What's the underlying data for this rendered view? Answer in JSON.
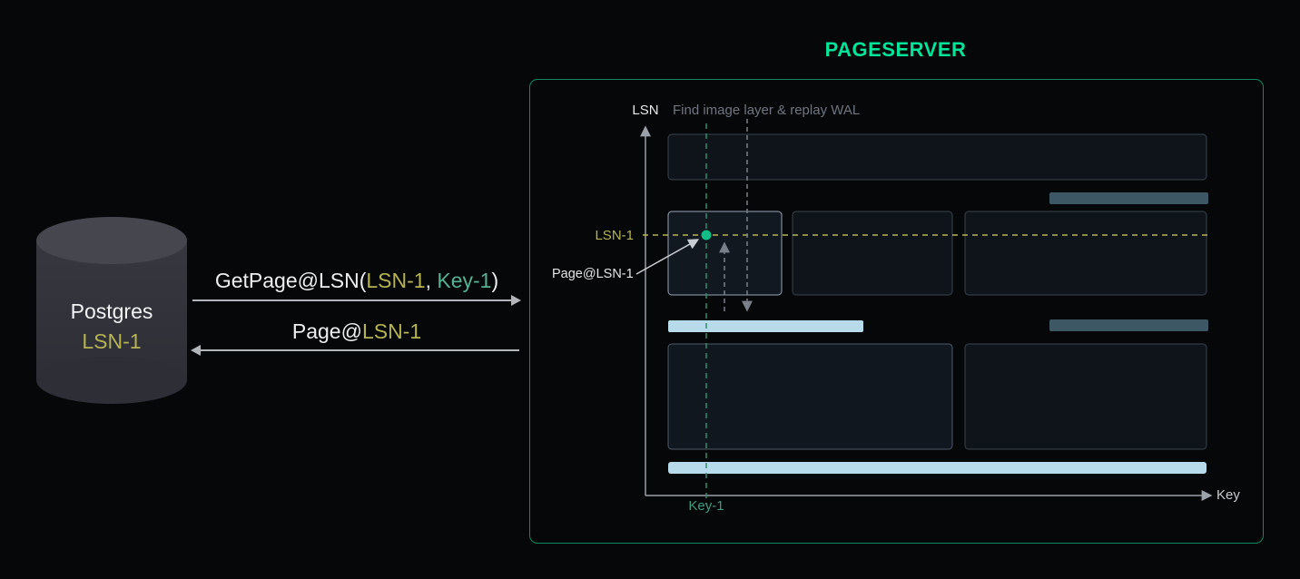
{
  "title": "PAGESERVER",
  "postgres": {
    "name": "Postgres",
    "lsn_label": "LSN-1"
  },
  "request": {
    "prefix": "GetPage@LSN(",
    "lsn": "LSN-1",
    "comma": ", ",
    "key": "Key-1",
    "close": ")"
  },
  "response": {
    "prefix": "Page@",
    "lsn": "LSN-1"
  },
  "panel": {
    "y_axis": "LSN",
    "x_axis": "Key",
    "hint": "Find image layer & replay WAL",
    "lsn_marker": "LSN-1",
    "key_marker": "Key-1",
    "annotation": "Page@LSN-1"
  },
  "colors": {
    "accent_green": "#00e599",
    "panel_border": "#108860",
    "lsn_yellow": "#b6b353",
    "key_teal_text": "#56b193",
    "key_line_teal": "#2f8e70",
    "key_marker_teal": "#3d9c7d",
    "dot_green": "#10bd84",
    "image_layer_blue": "#b8dbeb",
    "slate_bar": "#3d5765",
    "layer_border": "#3a434f",
    "layer_border_highlight": "#97a5b4",
    "axis_gray": "#9aa1a8"
  }
}
